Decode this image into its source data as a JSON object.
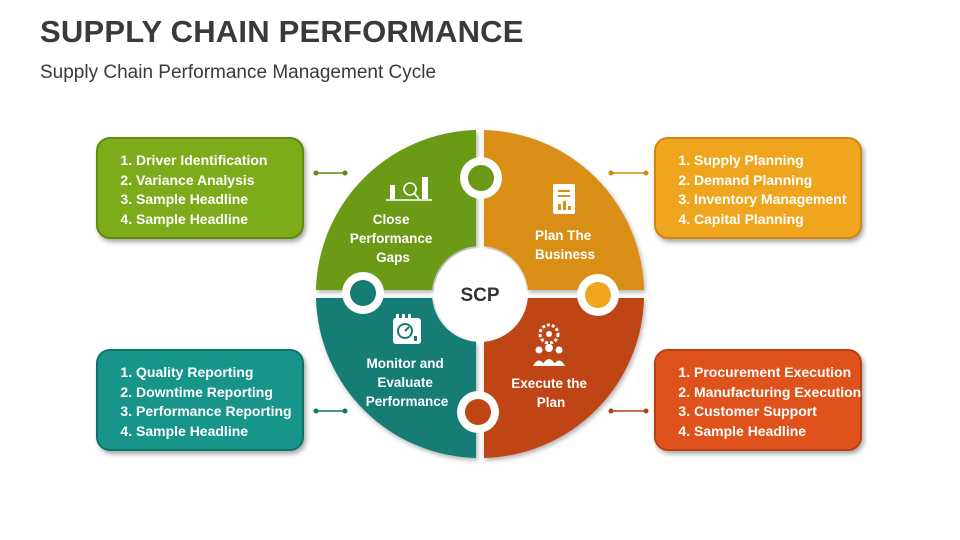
{
  "header": {
    "title": "SUPPLY CHAIN PERFORMANCE",
    "subtitle": "Supply Chain Performance Management Cycle"
  },
  "center": {
    "label": "SCP"
  },
  "segments": [
    {
      "id": "close",
      "label_lines": [
        "Close",
        "Performance",
        "Gaps"
      ],
      "color": "#6a9a15",
      "icon": "magnifier-chart-icon"
    },
    {
      "id": "plan",
      "label_lines": [
        "Plan The",
        "Business"
      ],
      "color": "#d98f12",
      "icon": "document-chart-icon"
    },
    {
      "id": "execute",
      "label_lines": [
        "Execute the",
        "Plan"
      ],
      "color": "#c04515",
      "icon": "team-gear-icon"
    },
    {
      "id": "monitor",
      "label_lines": [
        "Monitor and",
        "Evaluate",
        "Performance"
      ],
      "color": "#157d75",
      "icon": "dashboard-icon"
    }
  ],
  "boxes": {
    "top_left": {
      "color": "#7cac19",
      "items": [
        "Driver Identification",
        "Variance Analysis",
        "Sample Headline",
        "Sample Headline"
      ]
    },
    "top_right": {
      "color": "#f0a51f",
      "items": [
        "Supply Planning",
        "Demand Planning",
        "Inventory Management",
        "Capital Planning"
      ]
    },
    "bottom_left": {
      "color": "#17958a",
      "items": [
        "Quality Reporting",
        "Downtime Reporting",
        "Performance Reporting",
        "Sample Headline"
      ]
    },
    "bottom_right": {
      "color": "#e0521b",
      "items": [
        "Procurement Execution",
        "Manufacturing Execution",
        "Customer Support",
        "Sample Headline"
      ]
    }
  }
}
